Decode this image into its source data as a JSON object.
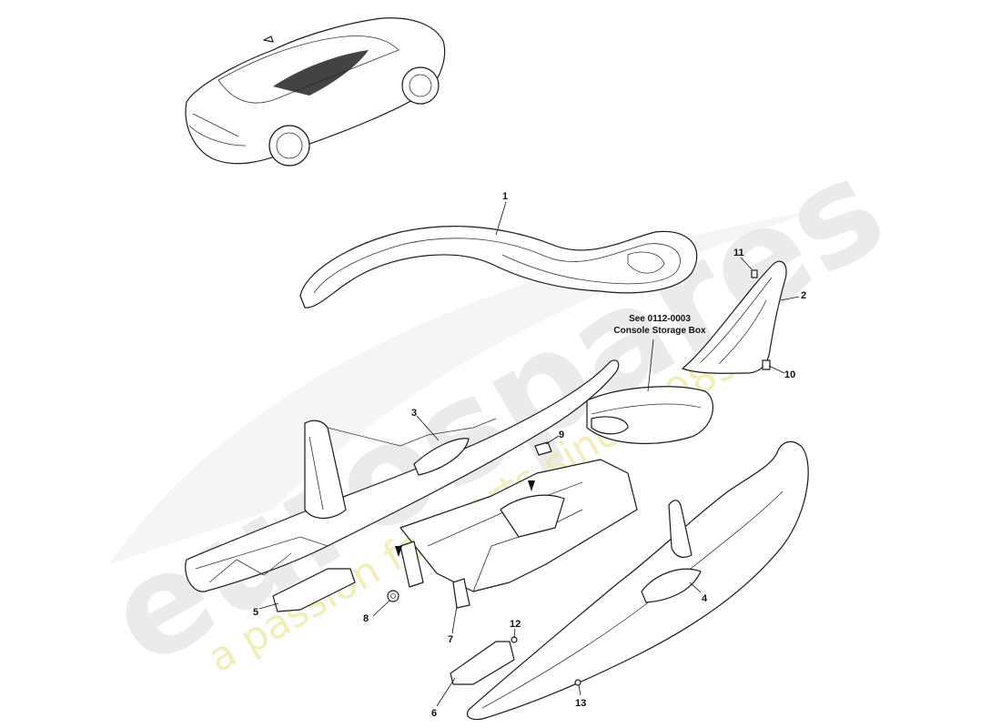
{
  "watermark": {
    "brand": "eurospares",
    "tagline": "a passion for parts since 1985",
    "brand_color": "#d9d9d9",
    "tagline_color": "#f0ea9a"
  },
  "reference_note": {
    "line1": "See 0112-0003",
    "line2": "Console Storage Box"
  },
  "callouts": [
    "1",
    "2",
    "3",
    "4",
    "5",
    "6",
    "7",
    "8",
    "9",
    "10",
    "11",
    "12",
    "13"
  ],
  "colors": {
    "line": "#1a1a1a",
    "fill": "#ffffff"
  }
}
